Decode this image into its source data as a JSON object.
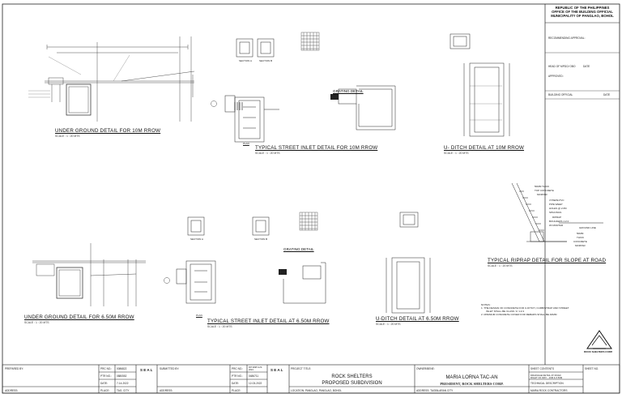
{
  "header": {
    "line1": "REPUBLIC OF THE PHILIPPINES",
    "line2": "OFFICE OF THE BUILDING OFFICIAL",
    "line3": "MUNICIPALITY OF PANGLAO, BOHOL"
  },
  "side_panel": {
    "recommending": "RECOMMENDING APPROVAL:",
    "head": "HEAD OF MPDO/ OBO",
    "date1": "DATE",
    "approved": "APPROVED:",
    "building_official": "BUILDING OFFICIAL",
    "date2": "DATE"
  },
  "drawings": {
    "ug10_title": "UNDER GROUND  DETAIL FOR 10M RROW",
    "ug10_scale": "SCALE :   1 : 20 MTS",
    "inlet10_title": "TYPICAL STREET INLET DETAIL FOR 10M RROW",
    "inlet10_scale": "SCALE :   1 : 20 MTS",
    "ud10_title": "U- DITCH DETAIL AT 10M RROW",
    "ud10_scale": "SCALE :   1 : 20 MTS",
    "riprap_title": "TYPICAL RIPRAP DETAIL FOR SLOPE AT ROAD",
    "riprap_scale": "SCALE :   1 : 20 MTS",
    "ug65_title": "UNDER GROUND DETAIL FOR 6.50M RROW",
    "ug65_scale": "SCALE :   1 : 20 MTS",
    "inlet65_title": "TYPICAL STREET INLET DETAIL AT 6.50M RROW",
    "inlet65_scale": "SCALE :   1 : 20 MTS",
    "ud65_title": "U-DITCH DETAIL AT 6.50M RROW",
    "ud65_scale": "SCALE :   1 : 20 MTS",
    "grating": "GRATING DETAIL",
    "plan": "PLAN",
    "section_a": "SECTION A",
    "section_b": "SECTION B"
  },
  "riprap_labels": {
    "l1": "50MM THICK",
    "l2": "TOP CONCRETE",
    "l3": "MORTAR",
    "l4": "4\"PIEPE PVC",
    "l5": "PIPE WEEP",
    "l6": "HOLES @ 2.0M",
    "l7": "SPACINGS",
    "l8": "RIPRAP",
    "l9": "BOULDERS 1:2:4",
    "l10": "W/ MORTAR",
    "l11": "GROUND LINE",
    "l12": "50MM",
    "l13": "THICK",
    "l14": "CONCRETE",
    "l15": "MORTAR"
  },
  "notes": {
    "heading": "NOTES :",
    "n1": "1.  THE DESIGN OF CONCRETE FOR U-DITCH, CURB/STRAP AND STREET",
    "n1b": "INLET SHALL BE CLASS 'A' 1:2:4",
    "n2": "2.  MINIMUM CONCRETE COVER FOR REBARS SHALL BE 40MM"
  },
  "logo_text": "ROCK SHELTERS CORP.",
  "title_block": {
    "prepared_by": "PREPARED BY:",
    "address_left": "ADDRESS:",
    "prc_no": "PRC NO.:",
    "prc_val": "0086822",
    "ptr_no": "PTR NO.:",
    "ptr_val": "0880552",
    "date": "DATE:",
    "date_val": "7-14-2022",
    "place": "PLACE:",
    "place_val": "TAG. CITY",
    "seal1": "S E A L",
    "submitted_by": "SUBMITTED BY:",
    "address_mid": "ADDRESS:",
    "prc_no2": "PRC NO.:",
    "prc_val2": "0071098 0-23-2024",
    "ptr_no2": "PTR NO.:",
    "ptr_val2": "0486711",
    "date2": "DATE:",
    "date_val2": "12-03-2022",
    "place2": "PLACE:",
    "seal2": "S E A L",
    "project_title": "PROJECT TITLE:",
    "project_line1": "ROCK SHELTERS",
    "project_line2": "PROPOSED SUBDIVISION",
    "location": "LOCATION: PANGLAO, PANGLAO, BOHOL",
    "owner_label": "OWNER/BENE:",
    "owner_name": "MARIA LORNA TAC-AN",
    "owner_title": "PRESIDENT, ROCK SHELTERS CORP.",
    "address_right": "ADDRESS: TAGBILARAN CITY",
    "sheet_contents": "SHEET CONTENTS",
    "sheet_desc1": "DRAINAGE DETAIL AT ROAD",
    "sheet_desc2": "RIGHT OF WAY - 10M & 6.50M",
    "technical": "TECHNICAL DESCRIPTION",
    "drawn": "MARIA ROCK CONTRACTORS",
    "sheet_no": "SHEET NO."
  }
}
